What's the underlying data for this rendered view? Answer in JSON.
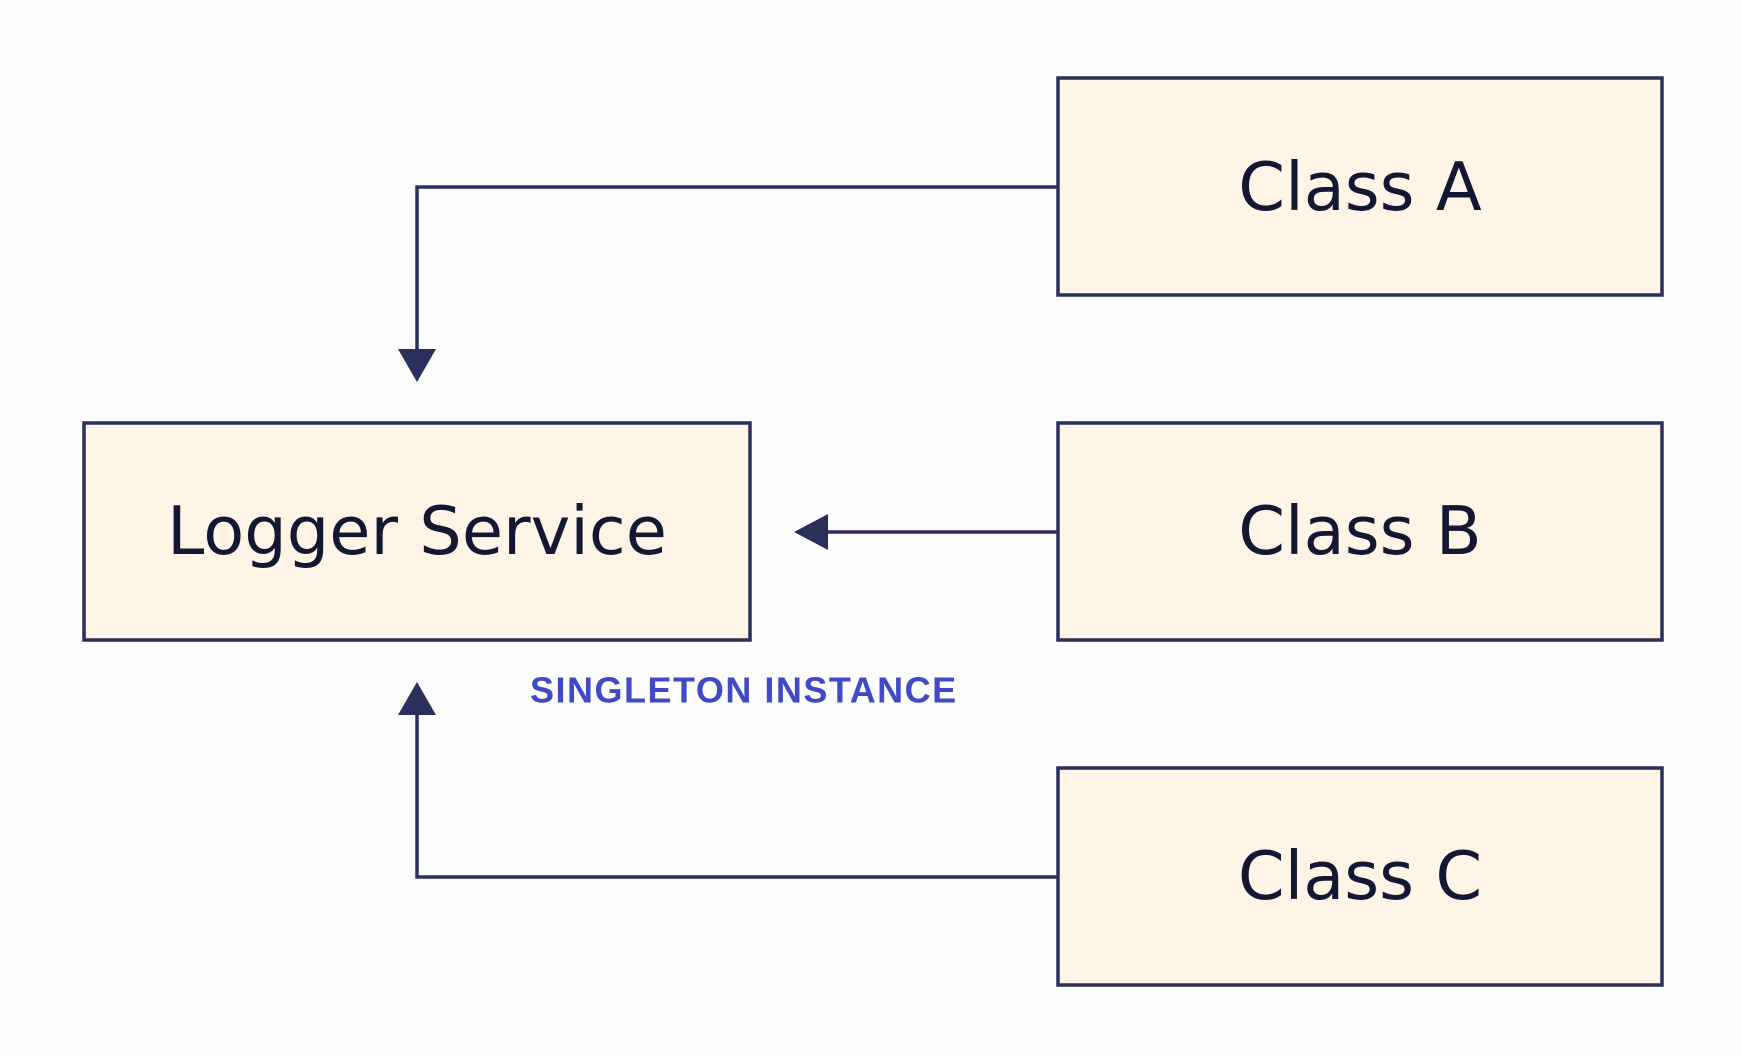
{
  "diagram": {
    "nodes": {
      "logger_service": "Logger Service",
      "class_a": "Class A",
      "class_b": "Class B",
      "class_c": "Class C"
    },
    "caption": "SINGLETON INSTANCE",
    "edges": [
      {
        "from": "Class A",
        "to": "Logger Service"
      },
      {
        "from": "Class B",
        "to": "Logger Service"
      },
      {
        "from": "Class C",
        "to": "Logger Service"
      }
    ]
  },
  "colors": {
    "box_fill": "#fff5e6",
    "box_border": "#2b2f5c",
    "text": "#141733",
    "caption": "#4149c9",
    "background": "#fdfdfd"
  }
}
